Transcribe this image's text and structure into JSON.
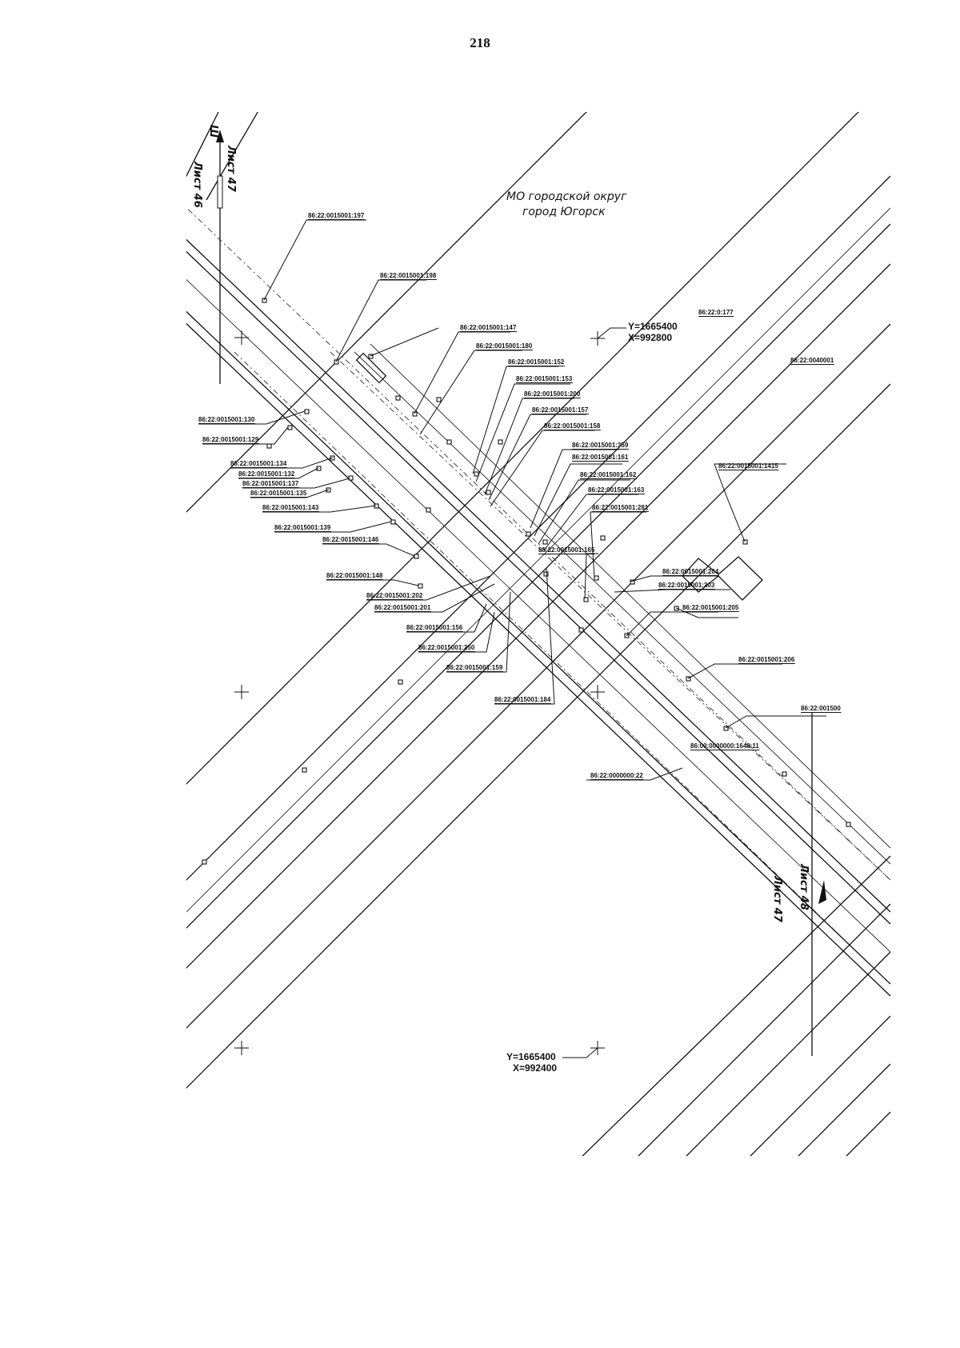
{
  "page_number": "218",
  "area_label": {
    "line1": "МО городской округ",
    "line2": "город Югорск"
  },
  "sheet_labels": {
    "top_left": "Лист 46",
    "top_right": "Лист 47",
    "bottom_left": "Лист 47",
    "bottom_right": "Лист 48",
    "north_letter": "Ш"
  },
  "coordinates": [
    {
      "y": "Y=1665400",
      "x": "X=992800"
    },
    {
      "y": "Y=1665400",
      "x": "X=992400"
    }
  ],
  "parcels": [
    "86:22:0015001:197",
    "86:22:0015001:198",
    "86:22:0015001:147",
    "86:22:0015001:180",
    "86:22:0015001:152",
    "86:22:0015001:153",
    "86:22:0015001:200",
    "86:22:0015001:157",
    "86:22:0015001:158",
    "86:22:0015001:359",
    "86:22:0015001:161",
    "86:22:0015001:162",
    "86:22:0015001:163",
    "86:22:0015001:281",
    "86:22:0015001:130",
    "86:22:0015001:129",
    "86:22:0015001:134",
    "86:22:0015001:132",
    "86:22:0015001:137",
    "86:22:0015001:135",
    "86:22:0015001:143",
    "86:22:0015001:139",
    "86:22:0015001:146",
    "86:22:0015001:148",
    "86:22:0015001:202",
    "86:22:0015001:201",
    "86:22:0015001:156",
    "86:22:0015001:250",
    "86:22:0015001:159",
    "86:22:0015001:184",
    "86:22:0015001:165",
    "86:22:0015001:204",
    "86:22:0015001:203",
    "86:22:0015001:205",
    "86:22:0015001:206",
    "86:22:0015001:1415",
    "86:22:0000000:22",
    "86:22:0:177",
    "86:22:0040001",
    "86:22:001500",
    "86:00:0000000:1648:11"
  ]
}
